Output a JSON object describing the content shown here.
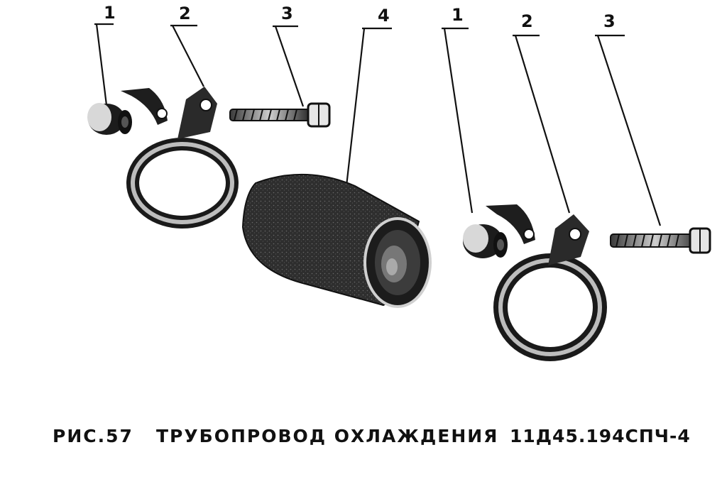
{
  "callouts": {
    "left": {
      "c1": "1",
      "c2": "2",
      "c3": "3"
    },
    "center": {
      "c4": "4"
    },
    "right": {
      "c1": "1",
      "c2": "2",
      "c3": "3"
    }
  },
  "parts": {
    "left": [
      "nut-icon",
      "clamp-band-icon",
      "screw-icon"
    ],
    "center": [
      "hose-icon"
    ],
    "right": [
      "nut-icon",
      "clamp-band-icon",
      "screw-icon"
    ]
  },
  "caption": {
    "figure": "РИС.57",
    "title": "ТРУБОПРОВОД  ОХЛАЖДЕНИЯ",
    "code": "11Д45.194СПЧ-4"
  },
  "colors": {
    "ink": "#111111",
    "paper": "#ffffff",
    "hose": "#2b2b2b"
  }
}
